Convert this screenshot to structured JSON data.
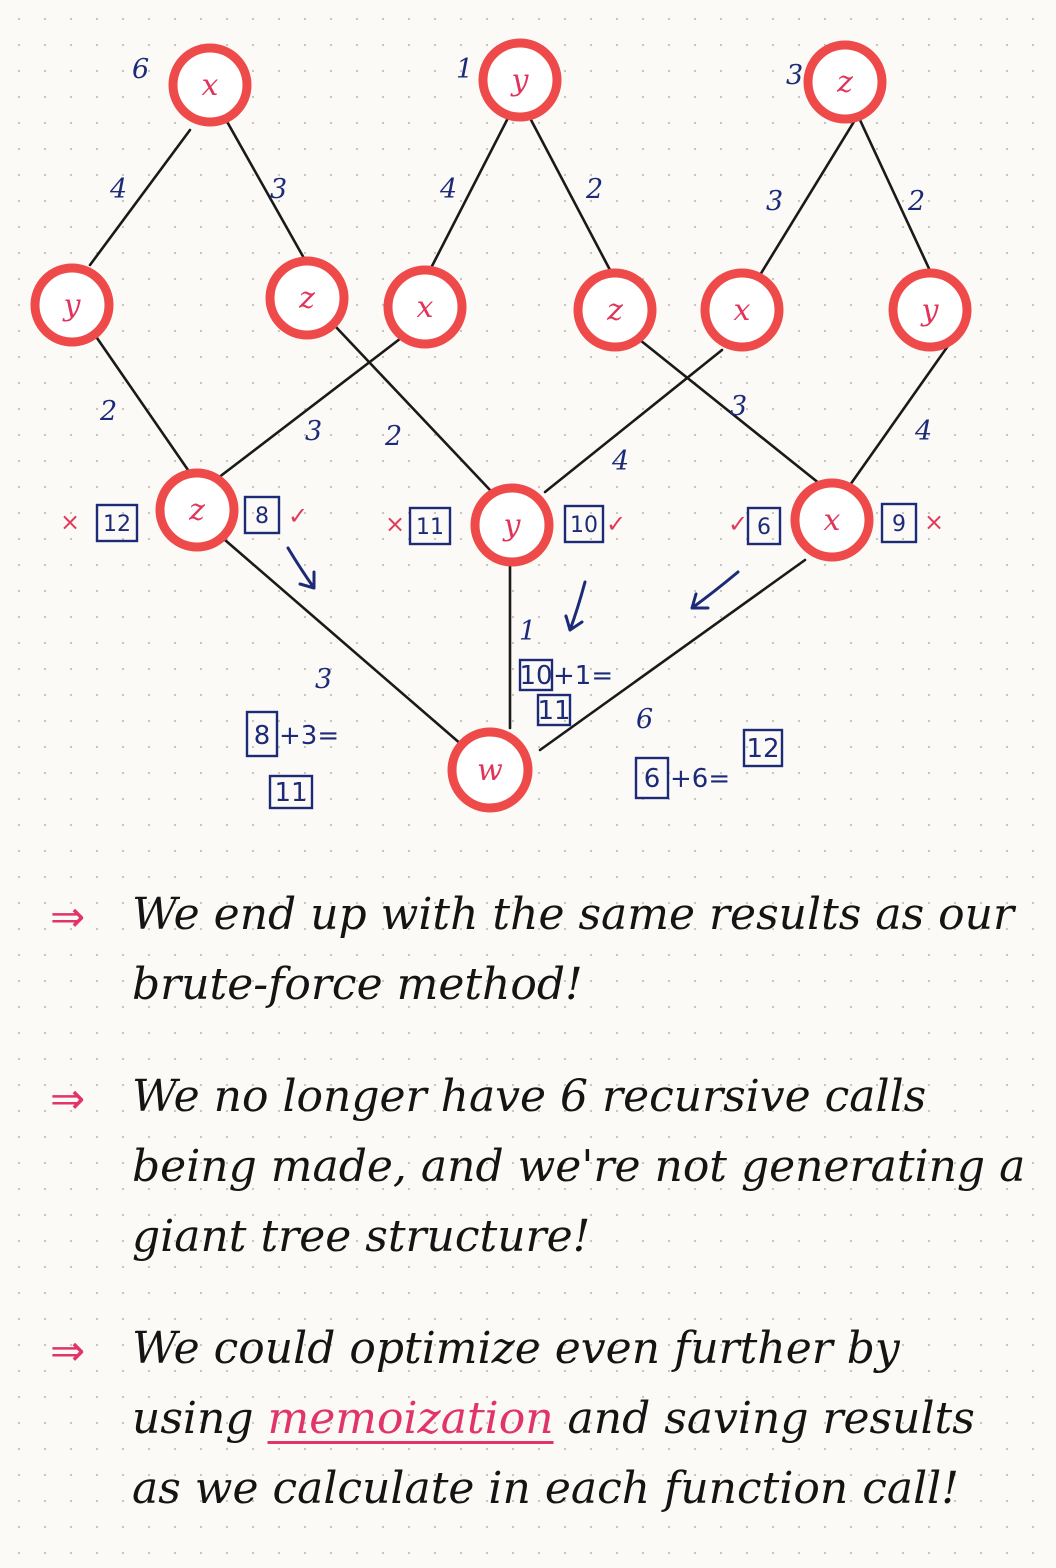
{
  "nodes": {
    "top_x": {
      "label": "x",
      "cost": "6"
    },
    "top_y": {
      "label": "y",
      "cost": "1"
    },
    "top_z": {
      "label": "z",
      "cost": "3"
    },
    "mid_y": {
      "label": "y"
    },
    "mid_z_a": {
      "label": "z"
    },
    "mid_x_a": {
      "label": "x"
    },
    "mid_z_b": {
      "label": "z"
    },
    "mid_x_b": {
      "label": "x"
    },
    "mid_y_b": {
      "label": "y"
    },
    "low_z": {
      "label": "z"
    },
    "low_y": {
      "label": "y"
    },
    "low_x": {
      "label": "x"
    },
    "bottom_w": {
      "label": "w"
    }
  },
  "edge_weights": {
    "top_x_mid_y": "4",
    "top_x_mid_z": "3",
    "top_y_mid_x": "4",
    "top_y_mid_z": "2",
    "top_z_mid_x": "3",
    "top_z_mid_y": "2",
    "mid_y_low_z": "2",
    "mid_x_low_z": "3",
    "mid_z_low_y": "2",
    "mid_x_low_y": "4",
    "mid_z_low_x": "3",
    "mid_y_low_x": "4",
    "low_z_w": "3",
    "low_y_w": "1",
    "low_x_w": "6"
  },
  "path_totals": {
    "low_z": {
      "rejected": "12",
      "kept": "8",
      "reject_mark": "×",
      "keep_mark": "✓"
    },
    "low_y": {
      "rejected": "11",
      "kept": "10",
      "reject_mark": "×",
      "keep_mark": "✓"
    },
    "low_x": {
      "kept": "6",
      "rejected": "9",
      "keep_mark": "✓",
      "reject_mark": "×"
    }
  },
  "sums": {
    "z": {
      "a": "8",
      "op": "+3=",
      "result": "11"
    },
    "y": {
      "a": "10",
      "op": "+1=",
      "result": "11"
    },
    "x": {
      "a": "6",
      "op": "+6=",
      "result": "12"
    }
  },
  "notes": {
    "bullet": "⇒",
    "n1": "We end up with the same results as our brute-force method!",
    "n2": "We no longer have 6 recursive calls being made, and we're not generating a giant tree structure!",
    "n3_pre": "We could optimize even further by using ",
    "n3_hl": "memoization",
    "n3_post": " and saving results as we calculate in each function call!"
  },
  "colors": {
    "node_ring": "#ef4a4a",
    "ink_blue": "#1c2a78",
    "ink_pink": "#e0346a",
    "ink_black": "#141414"
  }
}
